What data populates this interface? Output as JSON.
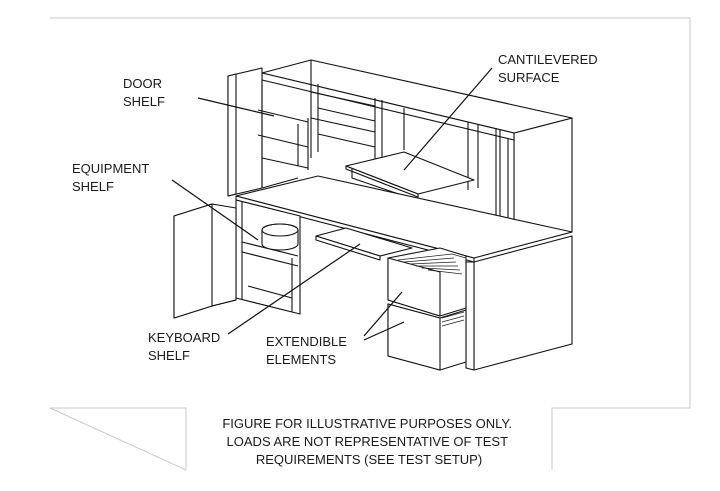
{
  "labels": {
    "door_shelf": [
      "DOOR",
      "SHELF"
    ],
    "equipment_shelf": [
      "EQUIPMENT",
      "SHELF"
    ],
    "cantilevered_surface": [
      "CANTILEVERED",
      "SURFACE"
    ],
    "keyboard_shelf": [
      "KEYBOARD",
      "SHELF"
    ],
    "extendible_elements": [
      "EXTENDIBLE",
      "ELEMENTS"
    ]
  },
  "caption": [
    "FIGURE FOR ILLUSTRATIVE PURPOSES ONLY.",
    "LOADS ARE NOT REPRESENTATIVE OF TEST",
    "REQUIREMENTS (SEE TEST SETUP)"
  ]
}
